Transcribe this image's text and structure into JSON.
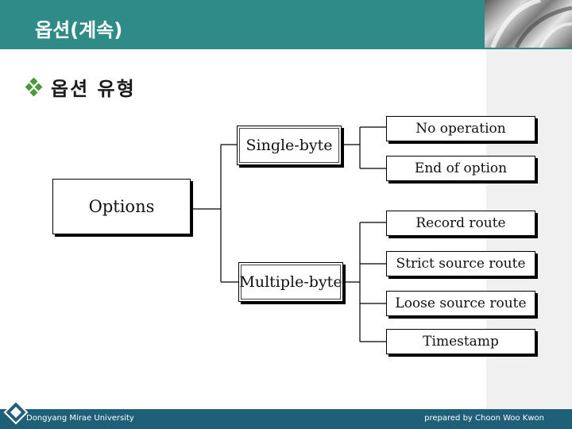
{
  "header": {
    "title": "옵션(계속)"
  },
  "subtitle": {
    "text": "옵션 유형",
    "bullet_icon": "diamond-cluster-icon"
  },
  "diagram": {
    "root": "Options",
    "groups": [
      {
        "label": "Single-byte",
        "children": [
          "No operation",
          "End of option"
        ]
      },
      {
        "label": "Multiple-byte",
        "children": [
          "Record route",
          "Strict source route",
          "Loose source route",
          "Timestamp"
        ]
      }
    ]
  },
  "footer": {
    "left": "Dongyang Mirae University",
    "right": "prepared by Choon Woo Kwon"
  },
  "colors": {
    "header": "#2e8b86",
    "footer": "#1f5f78",
    "bullet": "#4a9a3a"
  }
}
